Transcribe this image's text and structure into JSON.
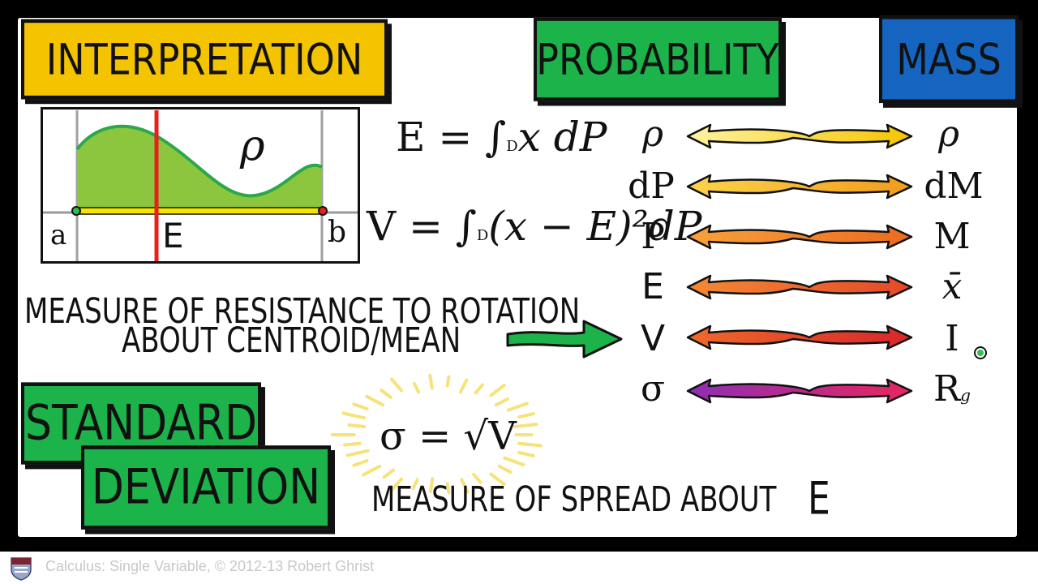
{
  "banners": {
    "interpretation": "INTERPRETATION",
    "probability": "PROBABILITY",
    "mass": "MASS",
    "standard": "STANDARD",
    "deviation": "DEVIATION"
  },
  "graph": {
    "rho": "ρ",
    "a": "a",
    "b": "b",
    "E": "E"
  },
  "formulas": {
    "expectation": "E = ∫",
    "expectation_integrand": "x dP",
    "variance": "V = ∫",
    "variance_integrand": "(x − E)²dP",
    "domain": "D"
  },
  "analogy": {
    "left": [
      "ρ",
      "dP",
      "P",
      "E",
      "V",
      "σ"
    ],
    "right": [
      "ρ",
      "dM",
      "M",
      "x̄",
      "I",
      "R"
    ],
    "right_sub": [
      "",
      "",
      "",
      "",
      "",
      "g"
    ],
    "arrow_colors": [
      [
        "#fff3a0",
        "#f5c400"
      ],
      [
        "#fbd44a",
        "#f29b1d"
      ],
      [
        "#f7a23a",
        "#ec6a1f"
      ],
      [
        "#f48a32",
        "#e4482a"
      ],
      [
        "#ef6a2a",
        "#d8262a"
      ],
      [
        "#8e2fb5",
        "#e8265f"
      ]
    ]
  },
  "rotation_text": {
    "line1": "MEASURE OF RESISTANCE TO ROTATION",
    "line2": "ABOUT CENTROID/MEAN"
  },
  "sigma_formula": "σ = √V",
  "spread_text": "MEASURE OF SPREAD ABOUT",
  "spread_symbol": "E",
  "footer": {
    "text": "Calculus: Single Variable, © 2012-13 Robert Ghrist"
  },
  "colors": {
    "yellow": "#f5c400",
    "green": "#1cb34a",
    "blue": "#1565c0",
    "red": "#e8201c",
    "graph_fill": "#8cc63f",
    "graph_line": "#2aa84a"
  },
  "icons": {
    "crest": "university-crest-icon",
    "centroid": "centroid-dot-icon"
  }
}
